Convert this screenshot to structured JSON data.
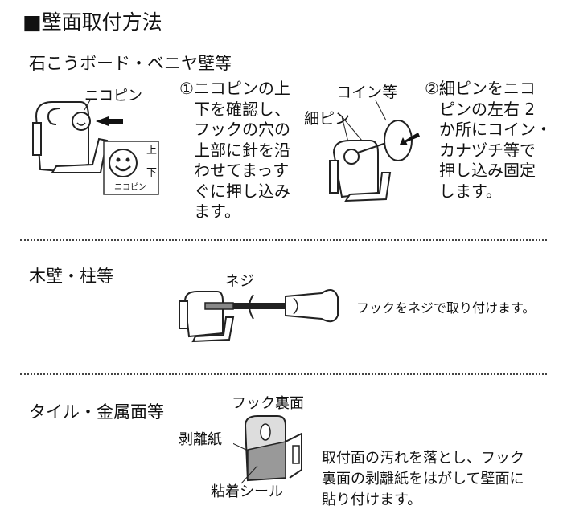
{
  "title": "■壁面取付方法",
  "sections": {
    "board": {
      "heading": "石こうボード・ベニヤ壁等",
      "pin_label": "ニコピン",
      "icon_box": {
        "top": "上",
        "bottom": "下",
        "caption": "ニコピン"
      },
      "step1_lines": [
        "①ニコピンの上",
        "下を確認し、",
        "フックの穴の",
        "上部に針を沿",
        "わせてまっす",
        "ぐに押し込み",
        "ます。"
      ],
      "coin_label": "コイン等",
      "thin_pin_label": "細ピン",
      "step2_lines": [
        "②細ピンをニコ",
        "ピンの左右 2",
        "か所にコイン・",
        "カナヅチ等で",
        "押し込み固定",
        "します。"
      ]
    },
    "wood": {
      "heading": "木壁・柱等",
      "screw_label": "ネジ",
      "instruction": "フックをネジで取り付けます。"
    },
    "tile": {
      "heading": "タイル・金属面等",
      "back_label": "フック裏面",
      "release_paper_label": "剥離紙",
      "sticker_label": "粘着シール",
      "instruction_lines": [
        "取付面の汚れを落とし、フック",
        "裏面の剥離紙をはがして壁面に",
        "貼り付けます。"
      ]
    }
  }
}
